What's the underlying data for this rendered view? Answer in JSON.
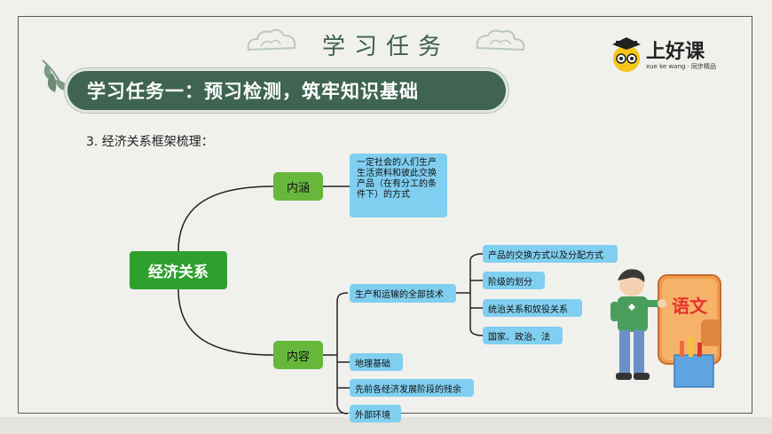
{
  "header": {
    "title": "学习任务"
  },
  "logo": {
    "name": "上好课",
    "subtitle": "xue ke wang · 同步精品"
  },
  "banner": {
    "text": "学习任务一：预习检测，筑牢知识基础"
  },
  "section": {
    "title": "3. 经济关系框架梳理："
  },
  "mindmap": {
    "root": "经济关系",
    "branch1": {
      "label": "内涵",
      "detail": "一定社会的人们生产生活资料和彼此交换产品（在有分工的条件下）的方式"
    },
    "branch2": {
      "label": "内容",
      "children": [
        "生产和运输的全部技术",
        "地理基础",
        "先前各经济发展阶段的残余",
        "外部环境"
      ],
      "sub_children": [
        "产品的交换方式以及分配方式",
        "阶级的划分",
        "统治关系和奴役关系",
        "国家、政治、法"
      ]
    }
  },
  "decoration": {
    "book_text": "语文"
  },
  "colors": {
    "banner": "#3f6452",
    "root": "#2ea02e",
    "branch": "#67b83a",
    "leaf": "#80cff0"
  }
}
